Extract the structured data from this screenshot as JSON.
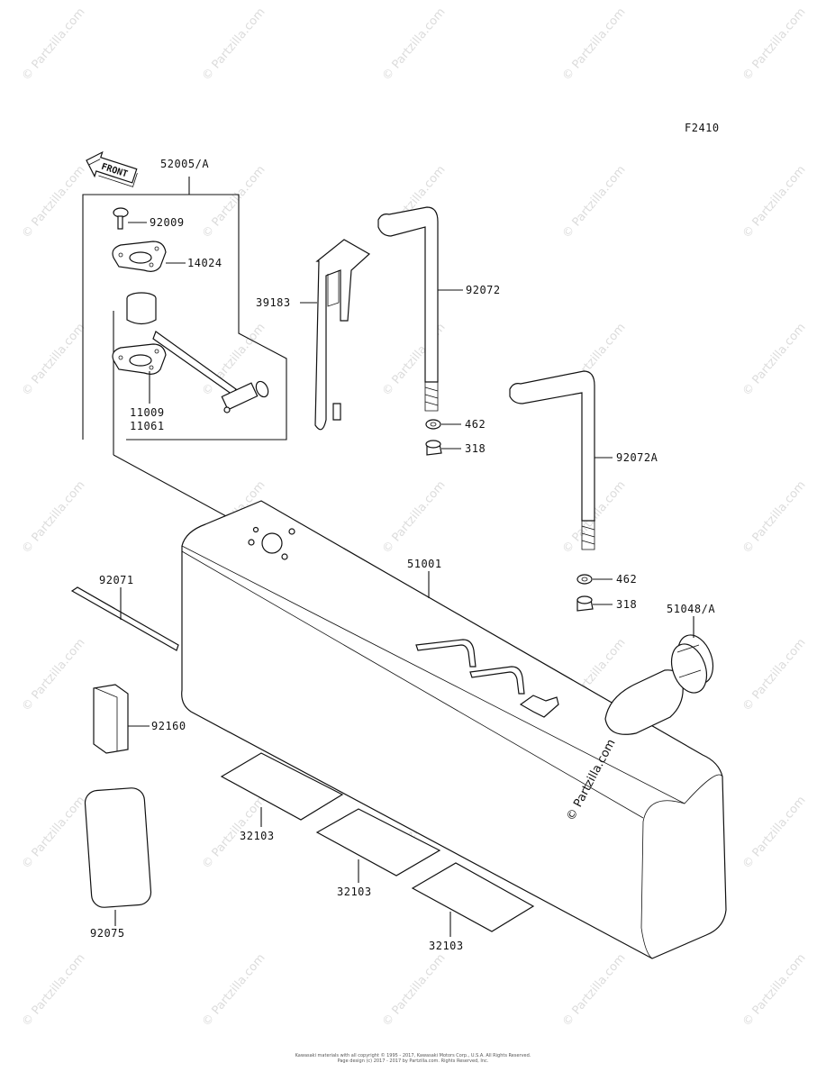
{
  "figure_code": "F2410",
  "front_label": "FRONT",
  "watermark": "© Partzilla.com",
  "watermark_main": "© Partzilla.com",
  "callouts": {
    "c52005": "52005/A",
    "c92009": "92009",
    "c14024": "14024",
    "c11009": "11009",
    "c11061": "11061",
    "c39183": "39183",
    "c92072": "92072",
    "c462a": "462",
    "c318a": "318",
    "c92072A": "92072A",
    "c462b": "462",
    "c318b": "318",
    "c51001": "51001",
    "c92071": "92071",
    "c51048": "51048/A",
    "c92160": "92160",
    "c32103a": "32103",
    "c32103b": "32103",
    "c32103c": "32103",
    "c92075": "92075"
  },
  "footer_line1": "Kawasaki materials with all copyright © 1995 - 2017, Kawasaki Motors Corp., U.S.A. All Rights Reserved.",
  "footer_line2": "Page design (c) 2017 - 2017 by Partzilla.com. Rights Reserved, Inc."
}
